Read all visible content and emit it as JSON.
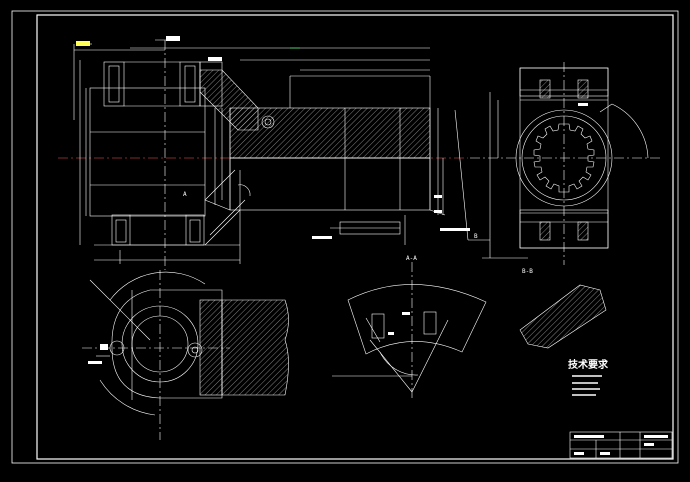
{
  "drawing": {
    "section_a_label": "A-A",
    "section_b_label": "B-B",
    "tech_requirements_title": "技术要求",
    "view_marker_a": "A",
    "view_marker_b": "B"
  },
  "colors": {
    "background": "#000000",
    "line": "#ffffff",
    "accent_green": "#33ff66",
    "accent_yellow": "#ffff55",
    "accent_cyan": "#66ffff"
  }
}
